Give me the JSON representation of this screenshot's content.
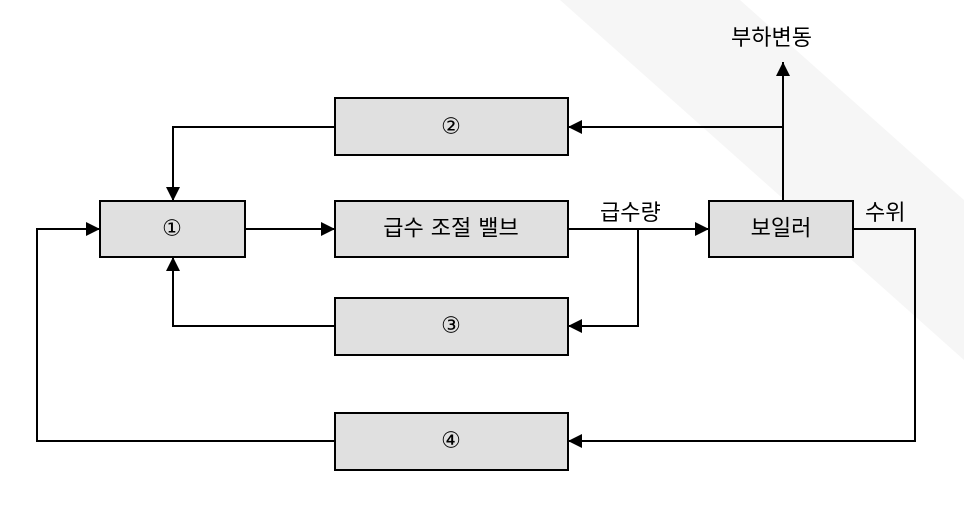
{
  "blocks": {
    "b1": "①",
    "b2": "②",
    "b3": "③",
    "b4": "④",
    "valve": "급수 조절 밸브",
    "boiler": "보일러"
  },
  "labels": {
    "load_change": "부하변동",
    "feed_flow": "급수량",
    "water_level": "수위"
  },
  "colors": {
    "block_fill": "#e0e0e0",
    "line": "#000000"
  }
}
